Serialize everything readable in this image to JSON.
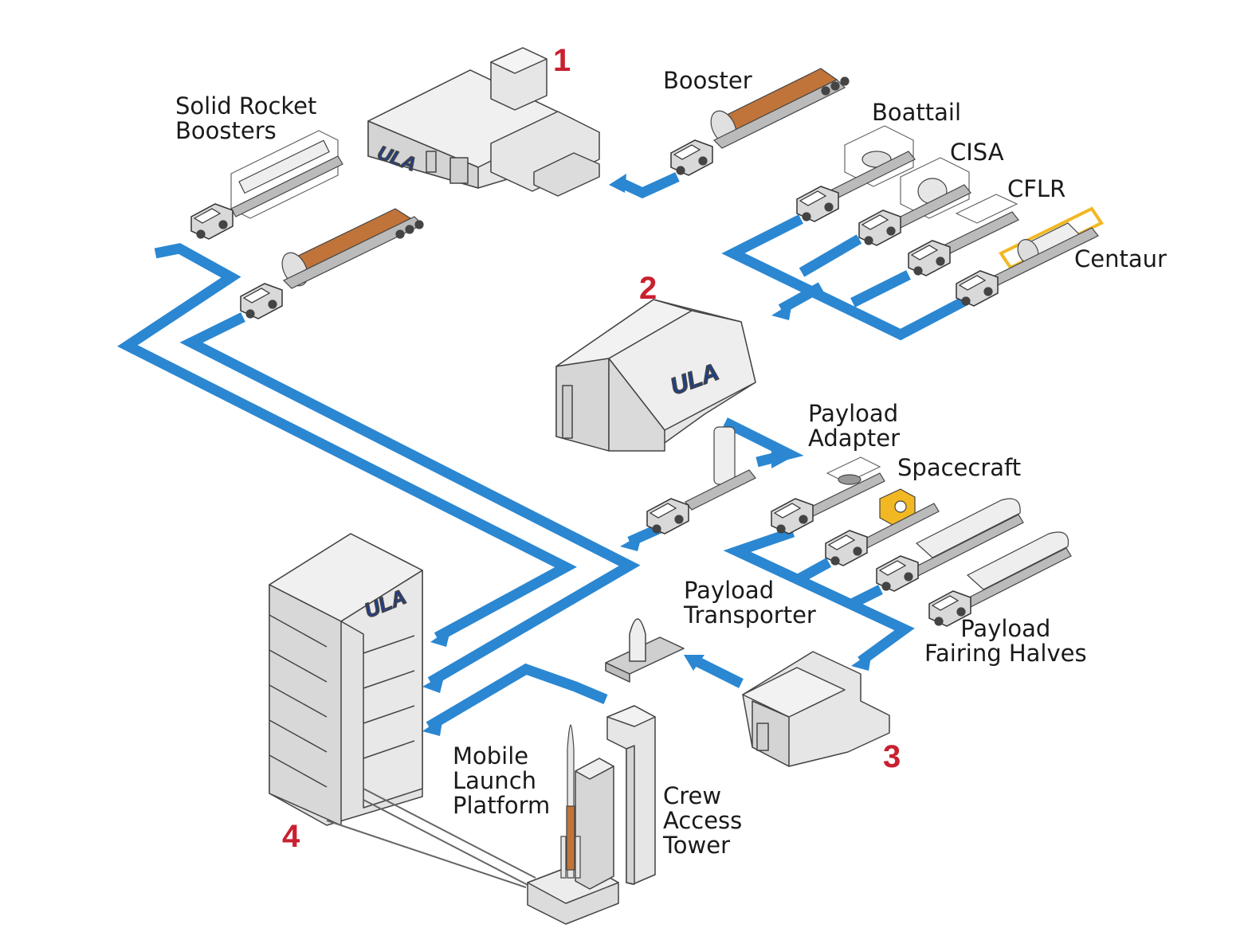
{
  "facilities": {
    "f1": "1",
    "f2": "2",
    "f3": "3",
    "f4": "4"
  },
  "logo_text": "ULA",
  "labels": {
    "solid_rocket_boosters": [
      "Solid Rocket",
      "Boosters"
    ],
    "booster": "Booster",
    "boattail": "Boattail",
    "cisa": "CISA",
    "cflr": "CFLR",
    "centaur": "Centaur",
    "payload_adapter": [
      "Payload",
      "Adapter"
    ],
    "spacecraft": "Spacecraft",
    "payload_fairing_halves": [
      "Payload",
      "Fairing Halves"
    ],
    "payload_transporter": [
      "Payload",
      "Transporter"
    ],
    "mobile_launch_platform": [
      "Mobile",
      "Launch",
      "Platform"
    ],
    "crew_access_tower": [
      "Crew",
      "Access",
      "Tower"
    ]
  },
  "colors": {
    "flow": "#2b87d1",
    "number": "#c8202f",
    "building": "#e6e6e6",
    "building_dark": "#cfcfcf",
    "booster": "#c0743a",
    "highlight": "#f2b823",
    "logo": "#1d3f8f"
  }
}
